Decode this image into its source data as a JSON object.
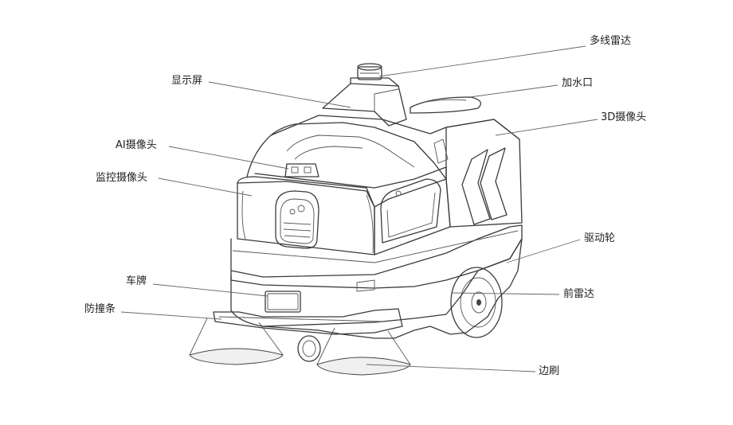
{
  "labels": {
    "lidar": "多线雷达",
    "water_inlet": "加水口",
    "display": "显示屏",
    "camera_3d": "3D摄像头",
    "ai_camera": "AI摄像头",
    "monitor_camera": "监控摄像头",
    "drive_wheel": "驱动轮",
    "plate": "车牌",
    "front_radar": "前雷达",
    "bumper": "防撞条",
    "side_brush": "边刷"
  },
  "colors": {
    "line": "#3a3a3a",
    "brush": "#f2f2f2",
    "text": "#222222"
  }
}
